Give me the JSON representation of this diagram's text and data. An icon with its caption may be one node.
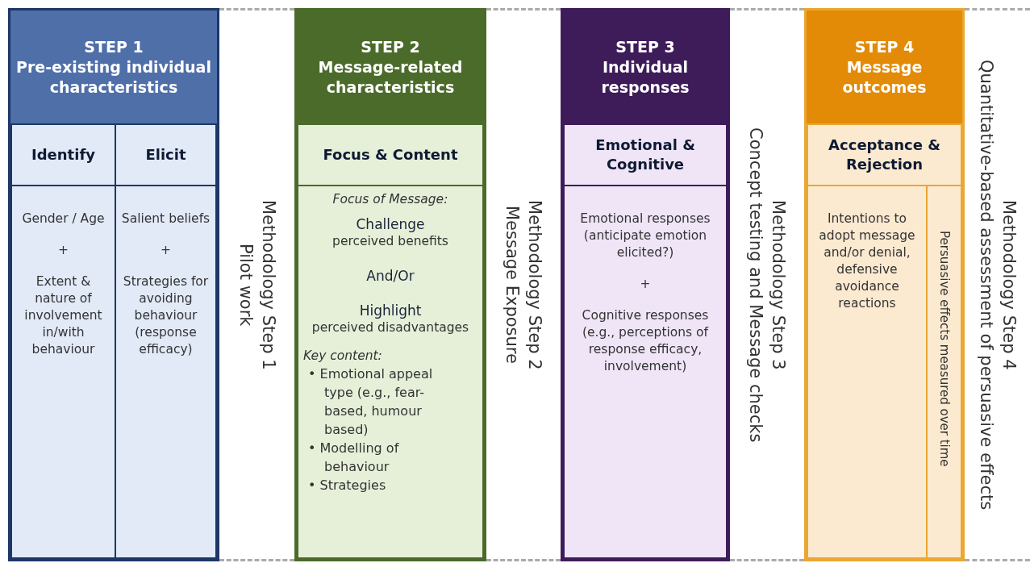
{
  "diagram": {
    "nodes": [
      {
        "text": [
          "STEP 1",
          "Pre-existing individual characteristics"
        ]
      },
      {
        "text": [
          "Identify"
        ],
        "in": 0
      },
      {
        "text": [
          "Elicit"
        ],
        "in": 0
      },
      {
        "text": [
          "Gender / Age",
          "+",
          "Extent & nature of involvement in/with behaviour"
        ],
        "in": 0
      },
      {
        "text": [
          "Salient beliefs",
          "+",
          "Strategies for avoiding behaviour (response efficacy)"
        ],
        "in": 0
      },
      {
        "text": [
          "Methodology Step 1",
          "Pilot work"
        ]
      },
      {
        "text": [
          "STEP 2",
          "Message-related characteristics"
        ]
      },
      {
        "text": [
          "Focus & Content"
        ],
        "in": 6
      },
      {
        "text": [
          "Focus of Message:",
          "Challenge",
          "perceived benefits",
          "And/Or",
          "Highlight",
          "perceived disadvantages",
          "Key content:",
          "• Emotional appeal type (e.g., fear-based, humour based)",
          "• Modelling of behaviour",
          "• Strategies"
        ],
        "in": 6
      },
      {
        "text": [
          "Methodology Step 2",
          "Message Exposure"
        ]
      },
      {
        "text": [
          "STEP 3",
          "Individual responses"
        ]
      },
      {
        "text": [
          "Emotional & Cognitive"
        ],
        "in": 10
      },
      {
        "text": [
          "Emotional responses (anticipate emotion elicited?)",
          "+",
          "Cognitive responses (e.g., perceptions of response efficacy, involvement)"
        ],
        "in": 10
      },
      {
        "text": [
          "Methodology Step 3",
          "Concept testing and Message checks"
        ]
      },
      {
        "text": [
          "STEP 4",
          "Message outcomes"
        ]
      },
      {
        "text": [
          "Acceptance & Rejection"
        ],
        "in": 14
      },
      {
        "text": [
          "Intentions to adopt message and/or denial, defensive avoidance reactions"
        ],
        "in": 14
      },
      {
        "text": [
          "Persuasive effects measured over time"
        ],
        "in": 14
      },
      {
        "text": [
          "Methodology Step 4",
          "Quantitative-based assessment of persuasive effects"
        ]
      }
    ]
  }
}
